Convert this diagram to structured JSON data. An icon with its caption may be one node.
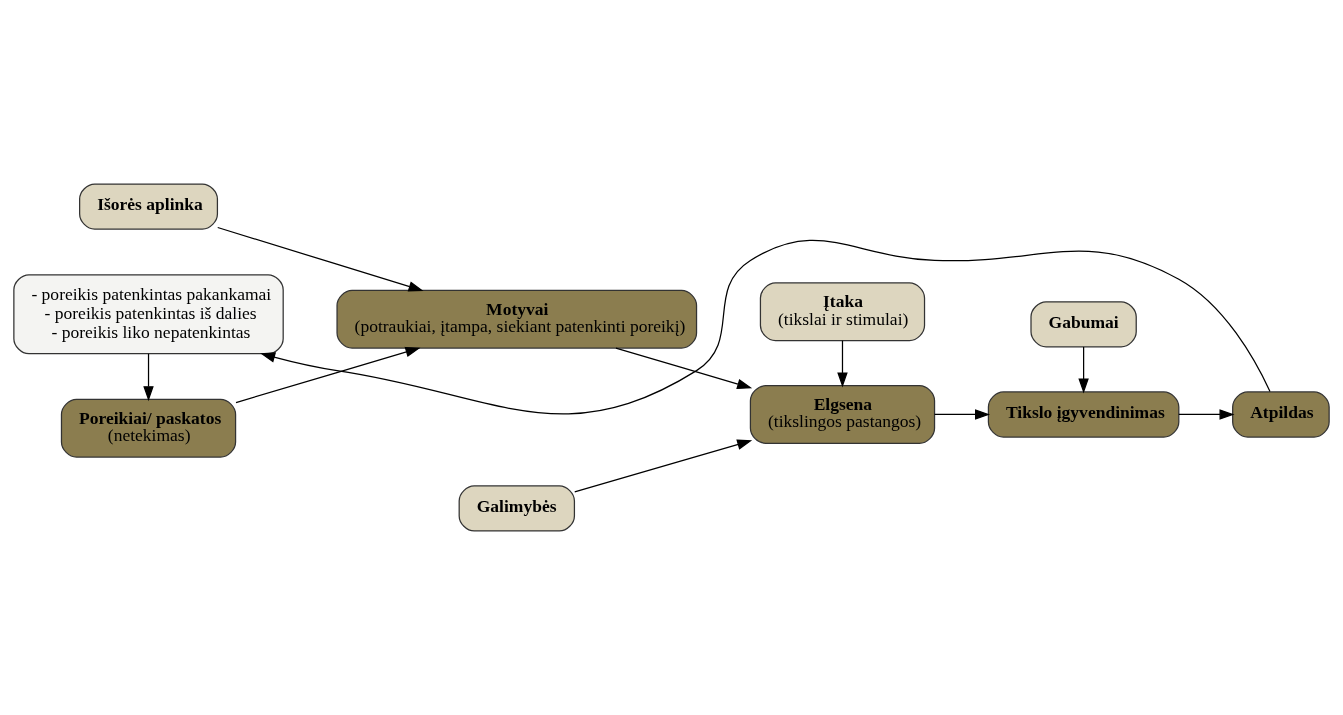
{
  "diagram": {
    "nodes": [
      {
        "text": [
          "Išorės aplinka"
        ]
      },
      {
        "text": [
          "Galimybės"
        ]
      },
      {
        "text": [
          "Poreikiai/ paskatos",
          "(netekimas)"
        ]
      },
      {
        "text": [
          "Motyvai",
          "(potraukiai, įtampa, siekiant patenkinti poreikį)"
        ]
      },
      {
        "text": [
          "Elgsena",
          "(tikslingos pastangos)"
        ]
      },
      {
        "text": [
          "Tikslo įgyvendinimas"
        ]
      },
      {
        "text": [
          "Atpildas"
        ]
      },
      {
        "text": [
          "Įtaka",
          "(tikslai ir stimulai)"
        ]
      },
      {
        "text": [
          "Gabumai"
        ]
      },
      {
        "text": [
          "- poreikis patenkintas pakankamai",
          "- poreikis patenkintas iš dalies",
          "- poreikis liko nepatenkintas"
        ]
      }
    ],
    "edges": [
      {
        "from": 2,
        "to": 3,
        "arrow": "to"
      },
      {
        "from": 0,
        "to": 3,
        "arrow": "to"
      },
      {
        "from": 3,
        "to": 4,
        "arrow": "to"
      },
      {
        "from": 1,
        "to": 4,
        "arrow": "to"
      },
      {
        "from": 7,
        "to": 4,
        "arrow": "to"
      },
      {
        "from": 4,
        "to": 5,
        "arrow": "to"
      },
      {
        "from": 8,
        "to": 5,
        "arrow": "to"
      },
      {
        "from": 5,
        "to": 6,
        "arrow": "to"
      },
      {
        "from": 6,
        "to": 9,
        "arrow": "to"
      },
      {
        "from": 9,
        "to": 2,
        "arrow": "to"
      }
    ]
  }
}
